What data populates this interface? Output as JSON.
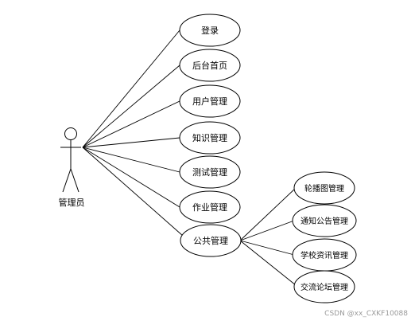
{
  "actor": {
    "name": "管理员"
  },
  "use_cases": [
    {
      "id": "login",
      "label": "登录"
    },
    {
      "id": "backend-home",
      "label": "后台首页"
    },
    {
      "id": "user-management",
      "label": "用户管理"
    },
    {
      "id": "knowledge-management",
      "label": "知识管理"
    },
    {
      "id": "test-management",
      "label": "测试管理"
    },
    {
      "id": "homework-management",
      "label": "作业管理"
    },
    {
      "id": "public-management",
      "label": "公共管理"
    }
  ],
  "sub_use_cases": [
    {
      "id": "carousel-management",
      "label": "轮播图管理"
    },
    {
      "id": "notice-management",
      "label": "通知公告管理"
    },
    {
      "id": "school-news-management",
      "label": "学校资讯管理"
    },
    {
      "id": "forum-management",
      "label": "交流论坛管理"
    }
  ],
  "watermark": "CSDN @xx_CXKF10088"
}
